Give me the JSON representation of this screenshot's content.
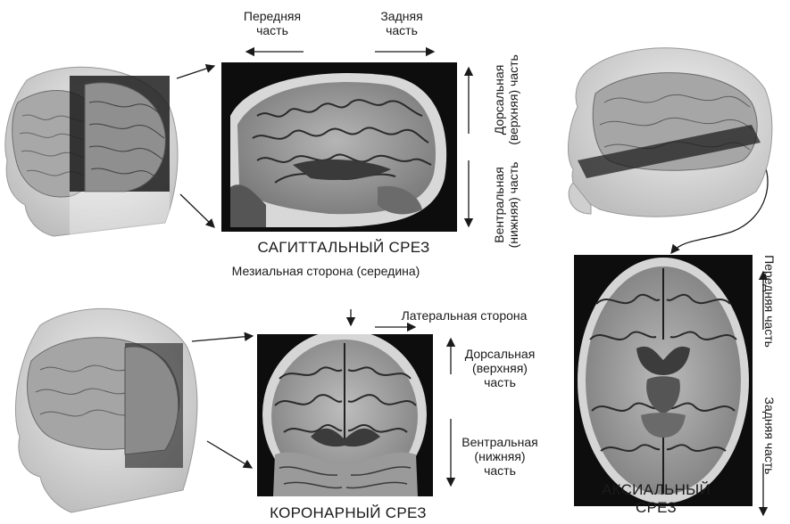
{
  "sagittal": {
    "front_label": "Передняя\nчасть",
    "back_label": "Задняя\nчасть",
    "dorsal_label": "Дорсальная\n(верхняя) часть",
    "ventral_label": "Вентральная\n(нижняя) часть",
    "caption": "САГИТТАЛЬНЫЙ СРЕЗ"
  },
  "coronal": {
    "mesial_label": "Мезиальная сторона (середина)",
    "lateral_label": "Латеральная сторона",
    "dorsal_label": "Дорсальная\n(верхняя)\nчасть",
    "ventral_label": "Вентральная\n(нижняя)\nчасть",
    "caption": "КОРОНАРНЫЙ СРЕЗ"
  },
  "axial": {
    "front_label": "Передняя часть",
    "back_label": "Задняя часть",
    "caption": "АКСИАЛЬНЫЙ\nСРЕЗ"
  }
}
